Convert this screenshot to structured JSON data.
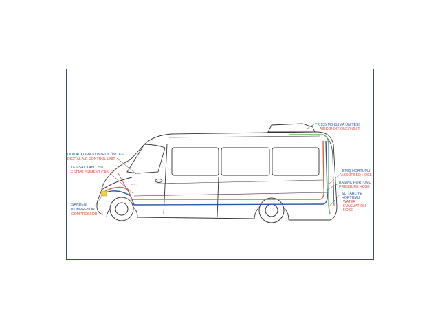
{
  "colors": {
    "frame": "#3b4a7a",
    "outline": "#333333",
    "blue_hose": "#2a57a8",
    "red_hose": "#e0622a",
    "green_hose": "#6cb35a",
    "label_blue": "#2a57a8",
    "label_red": "#e04a3a",
    "compressor": "#f2d33c"
  },
  "labels": {
    "control_unit": {
      "tr": "DIJITAL KLIMA KONTROL ÜNITESI",
      "en": "DIGITAL A/C CONTROL UNIT"
    },
    "cable": {
      "tr": "TESISAT KABLOSU",
      "en": "ESTABLISHMENT CABLE"
    },
    "compressor": {
      "tr1": "SANDEN",
      "tr2": "KOMPRESÖR",
      "en": "COMPRESSOR"
    },
    "ac_unit": {
      "tr": "YK 135 MB KLIMA ÜNITESI",
      "en": "AIRCONDITIONER UNIT"
    },
    "absorbed_hose": {
      "tr": "EMIŞ HORTUMU",
      "en": "ABSORBED HOSE"
    },
    "pressure_hose": {
      "tr": "BASINÇ HORTUMU",
      "en": "PRESSURE HOSE"
    },
    "water_hose": {
      "tr1": "SU TAHLIYE",
      "tr2": "HORTUMU",
      "en1": "WATER",
      "en2": "EVACUATION",
      "en3": "HOSE"
    }
  }
}
